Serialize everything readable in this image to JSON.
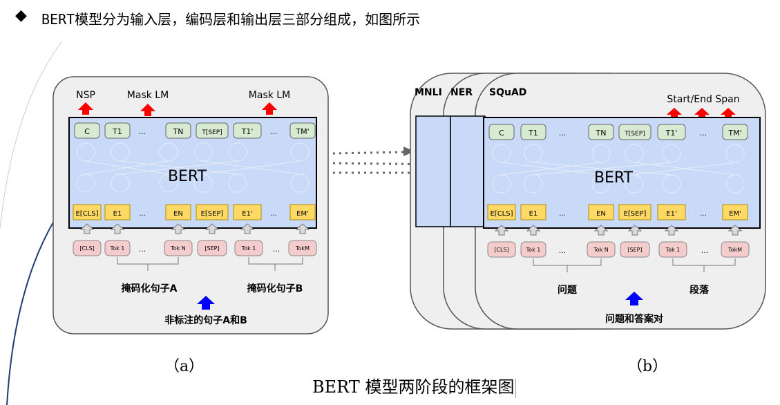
{
  "header": {
    "bullet": "◆",
    "text": "BERT模型分为输入层，编码层和输出层三部分组成，如图所示"
  },
  "panel_a": {
    "label": "（a）",
    "outputs": [
      "NSP",
      "Mask LM",
      "Mask LM"
    ],
    "top_tokens": [
      "C",
      "T1",
      "TN",
      "T[SEP]",
      "T1'",
      "TM'"
    ],
    "model": "BERT",
    "embeddings": [
      "E[CLS]",
      "E1",
      "EN",
      "E[SEP]",
      "E1'",
      "EM'"
    ],
    "inputs": [
      "[CLS]",
      "Tok 1",
      "Tok N",
      "[SEP]",
      "Tok 1",
      "TokM"
    ],
    "ellipsis": "...",
    "sentence_a": "掩码化句子A",
    "sentence_b": "掩码化句子B",
    "corpus": "非标注的句子A和B"
  },
  "panel_b": {
    "label": "（b）",
    "tasks": [
      "MNLI",
      "NER",
      "SQuAD"
    ],
    "output": "Start/End Span",
    "top_tokens": [
      "C",
      "T1",
      "TN",
      "T[SEP]",
      "T1'",
      "TM'"
    ],
    "model": "BERT",
    "embeddings": [
      "E[CLS]",
      "E1",
      "EN",
      "E[SEP]",
      "E1'",
      "EM'"
    ],
    "inputs": [
      "[CLS]",
      "Tok 1",
      "Tok N",
      "[SEP]",
      "Tok 1",
      "TokM"
    ],
    "ellipsis": "...",
    "question": "问题",
    "paragraph": "段落",
    "qa_pair": "问题和答案对"
  },
  "caption": "BERT 模型两阶段的框架图",
  "colors": {
    "bert_fill": "#c9daf8",
    "token_fill": "#d9ead3",
    "embed_fill": "#ffd966",
    "input_fill": "#f4cccc",
    "panel_fill": "#efefef",
    "red_arrow": "#ff0000",
    "blue_arrow": "#0000ff",
    "decor_line": "#1f3b73"
  }
}
